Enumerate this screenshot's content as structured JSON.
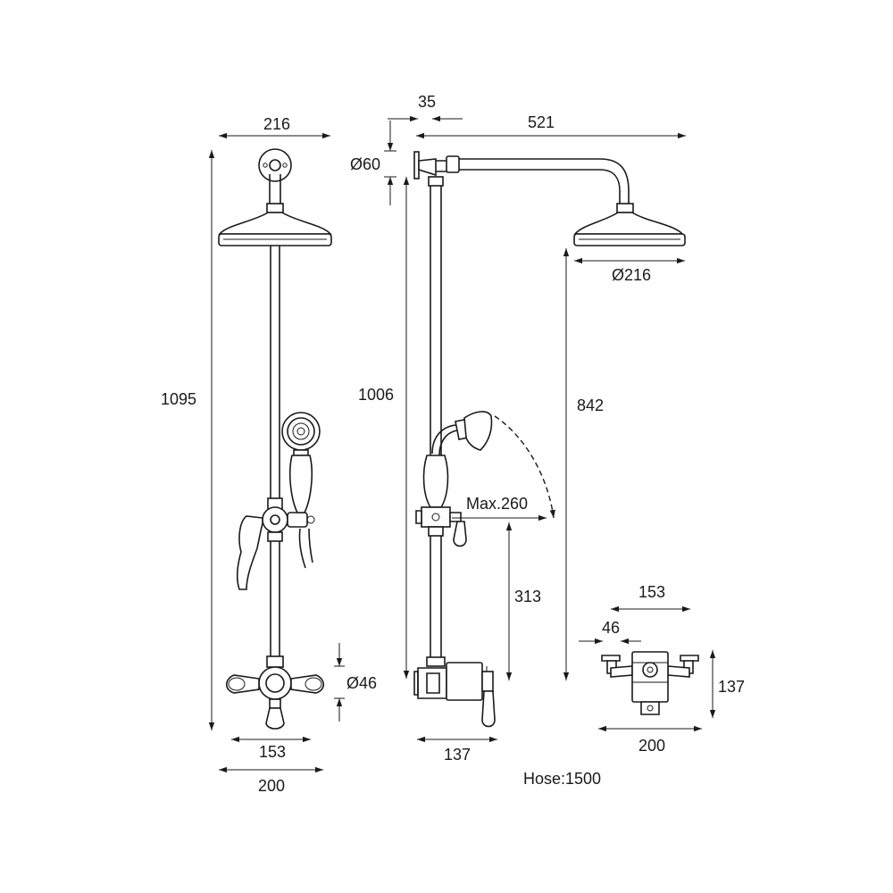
{
  "dimensions": {
    "front_head_width": "216",
    "front_total_height": "1095",
    "front_valve_spacing": "153",
    "front_base_width": "200",
    "front_valve_diameter": "Ø46",
    "side_wall_offset": "35",
    "side_arm_length": "521",
    "side_flange_diameter": "Ø60",
    "side_head_diameter": "Ø216",
    "side_riser_height": "1006",
    "side_head_height": "842",
    "side_handset_reach": "Max.260",
    "side_handset_height": "313",
    "side_valve_depth": "137",
    "top_spacing": "153",
    "top_offset": "46",
    "top_depth": "137",
    "top_width": "200"
  },
  "notes": {
    "hose_length": "Hose:1500"
  }
}
